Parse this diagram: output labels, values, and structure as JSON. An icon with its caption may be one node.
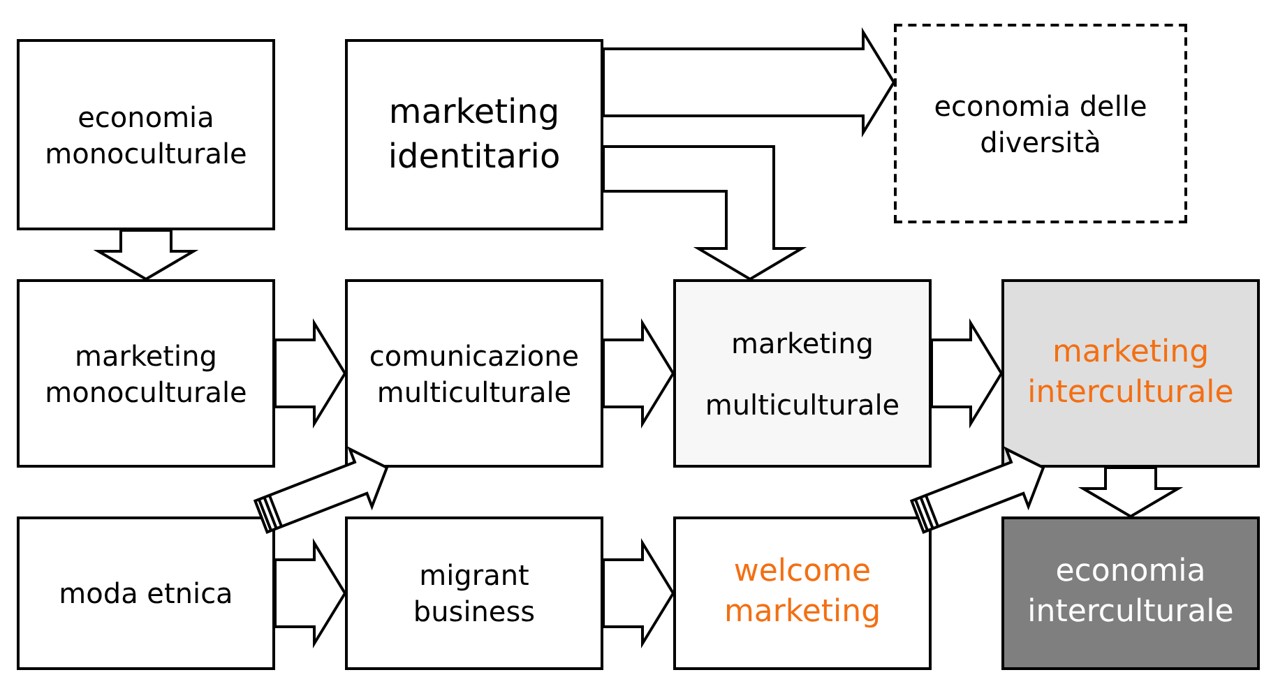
{
  "diagram": {
    "nodes": [
      {
        "text": [
          "economia monoculturale"
        ]
      },
      {
        "text": [
          "marketing identitario"
        ]
      },
      {
        "text": [
          "economia delle diversità"
        ]
      },
      {
        "text": [
          "marketing monoculturale"
        ]
      },
      {
        "text": [
          "comunicazione multiculturale"
        ]
      },
      {
        "text": [
          "marketing multiculturale"
        ]
      },
      {
        "text": [
          "marketing interculturale"
        ]
      },
      {
        "text": [
          "moda etnica"
        ]
      },
      {
        "text": [
          "migrant business"
        ]
      },
      {
        "text": [
          "welcome marketing"
        ]
      },
      {
        "text": [
          "economia interculturale"
        ]
      }
    ],
    "edges": [
      {
        "from": 0,
        "to": 3,
        "arrow": "to"
      },
      {
        "from": 1,
        "to": 2,
        "arrow": "to"
      },
      {
        "from": 1,
        "to": 5,
        "arrow": "to"
      },
      {
        "from": 3,
        "to": 4,
        "arrow": "to"
      },
      {
        "from": 4,
        "to": 5,
        "arrow": "to"
      },
      {
        "from": 5,
        "to": 6,
        "arrow": "to"
      },
      {
        "from": 6,
        "to": 10,
        "arrow": "to"
      },
      {
        "from": 7,
        "to": 8,
        "arrow": "to"
      },
      {
        "from": 8,
        "to": 9,
        "arrow": "to"
      },
      {
        "from": 7,
        "to": 4,
        "arrow": "to"
      },
      {
        "from": 9,
        "to": 6,
        "arrow": "to"
      }
    ]
  }
}
